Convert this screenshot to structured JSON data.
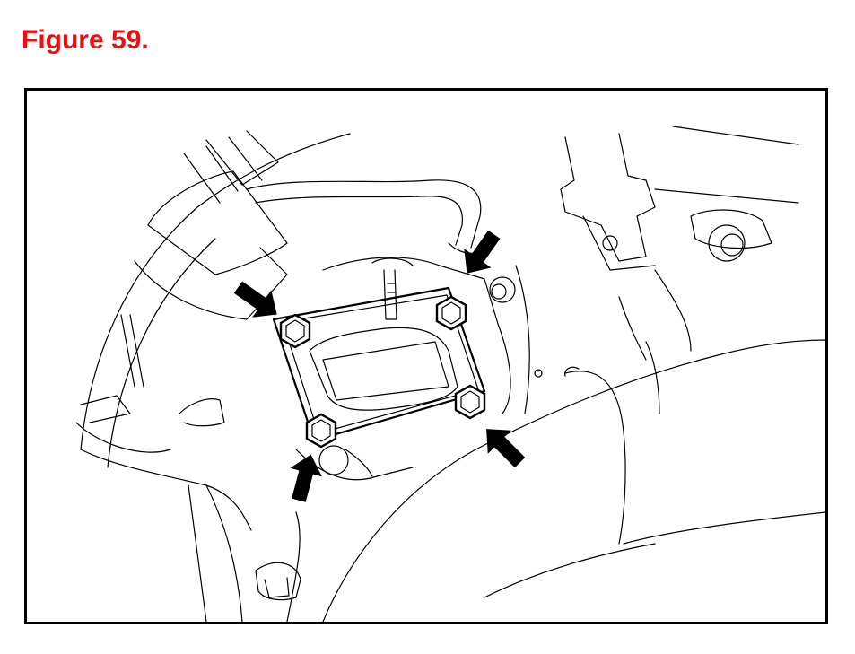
{
  "figure": {
    "title": "Figure 59.",
    "title_color": "#e8100f",
    "border_color": "#000000"
  },
  "diagram": {
    "component": "bracket-plate-with-four-bolts",
    "bolt_count": 4,
    "arrow_count": 4,
    "icons": [
      "arrow-pointer-icon",
      "bolt-icon"
    ]
  }
}
